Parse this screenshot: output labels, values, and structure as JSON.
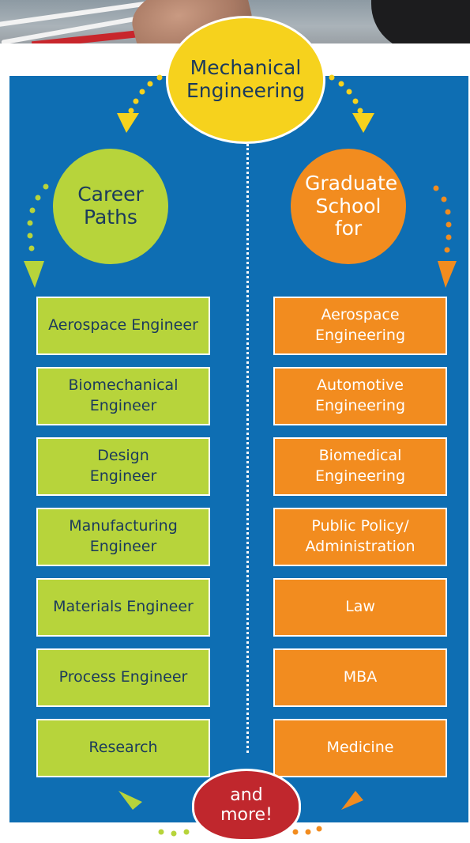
{
  "top": {
    "label": "Mechanical Engineering"
  },
  "left_heading": {
    "label": "Career Paths"
  },
  "right_heading": {
    "label": "Graduate School for"
  },
  "career_paths": [
    "Aerospace Engineer",
    "Biomechanical Engineer",
    "Design Engineer",
    "Manufacturing Engineer",
    "Materials Engineer",
    "Process Engineer",
    "Research"
  ],
  "graduate_school": [
    "Aerospace Engineering",
    "Automotive Engineering",
    "Biomedical Engineering",
    "Public Policy/ Administration",
    "Law",
    "MBA",
    "Medicine"
  ],
  "bottom": {
    "label": "and more!"
  },
  "colors": {
    "background_panel": "#0e6eb3",
    "top_circle": "#f6d21d",
    "career": "#b7d43b",
    "graduate": "#f28c1f",
    "more_circle": "#c0272d"
  }
}
